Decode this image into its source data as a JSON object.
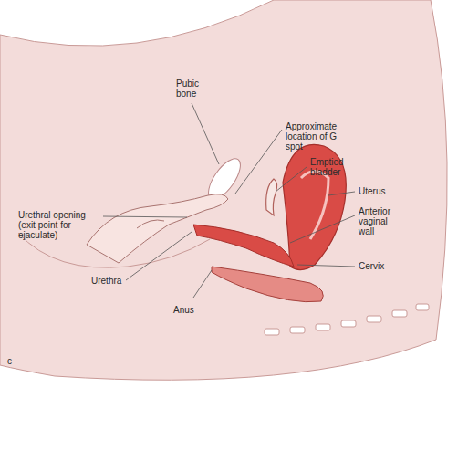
{
  "diagram": {
    "labels": [
      "Pubic bone",
      "Approximate location of G spot",
      "Emptied bladder",
      "Uterus",
      "Anterior vaginal wall",
      "Cervix",
      "Urethral opening (exit point for ejaculate)",
      "Urethra",
      "Anus",
      "c"
    ]
  }
}
